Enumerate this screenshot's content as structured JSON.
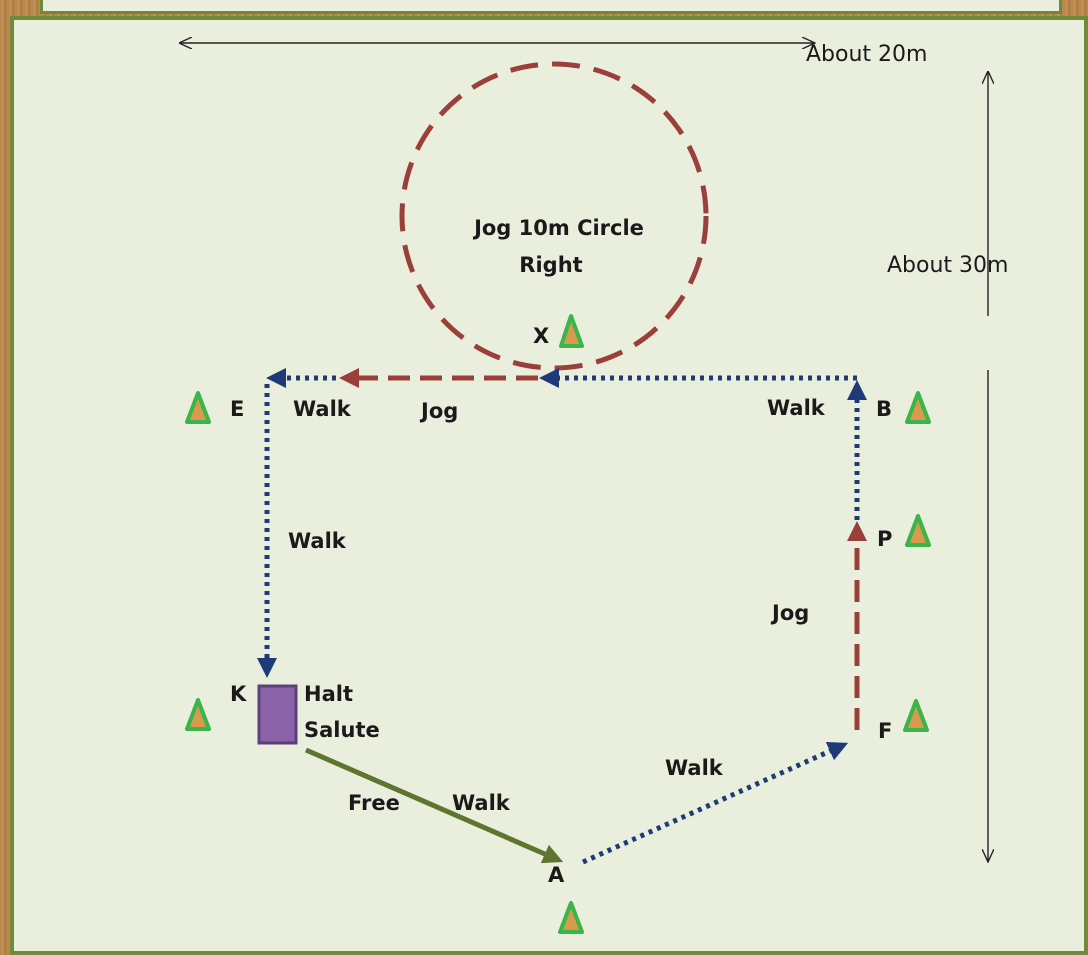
{
  "dimensions": {
    "width_label": "About 20m",
    "length_label": "About 30m"
  },
  "circle": {
    "line1": "Jog 10m Circle",
    "line2": "Right"
  },
  "markers": {
    "X": "X",
    "E": "E",
    "B": "B",
    "P": "P",
    "K": "K",
    "F": "F",
    "A": "A"
  },
  "path_labels": {
    "walk_e": "Walk",
    "jog_top": "Jog",
    "walk_b": "Walk",
    "walk_side": "Walk",
    "jog_right": "Jog",
    "walk_diag": "Walk",
    "free": "Free",
    "walk_free": "Walk"
  },
  "halt": {
    "line1": "Halt",
    "line2": "Salute"
  },
  "colors": {
    "jog": "#9b3f3b",
    "walk": "#1f3a78",
    "free_walk": "#5e7530",
    "cone_fill": "#d89a4e",
    "cone_stroke": "#39b54a",
    "halt_box": "#8a62a8",
    "arena_bg": "#e9efdc",
    "arena_border": "#6f8b3a"
  }
}
